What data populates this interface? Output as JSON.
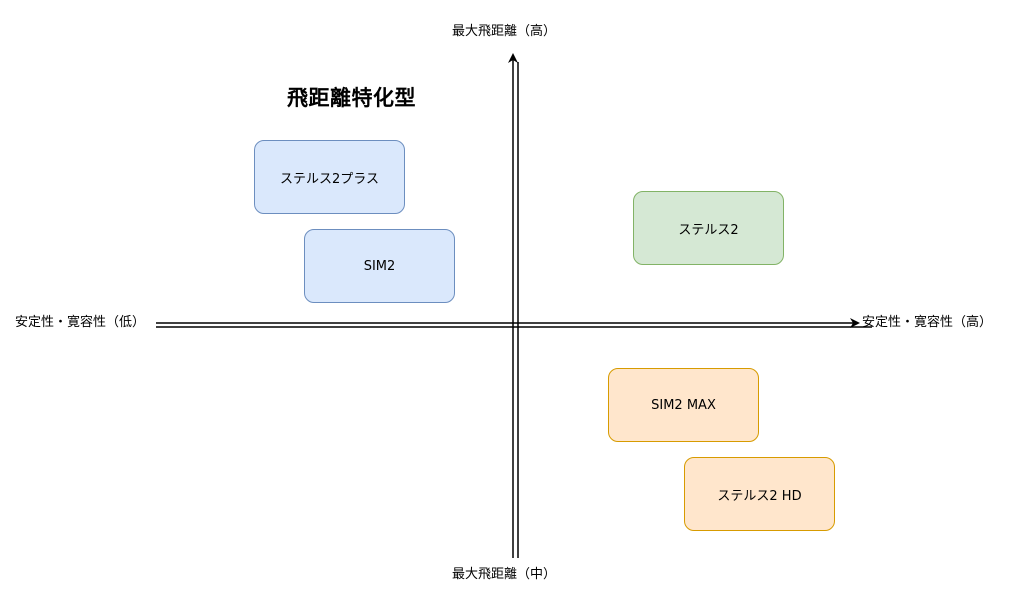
{
  "diagram": {
    "title": "飛距離特化型",
    "axes": {
      "y_top": "最大飛距離（高）",
      "y_bottom": "最大飛距離（中）",
      "x_left": "安定性・寛容性（低）",
      "x_right": "安定性・寛容性（高）"
    },
    "items": [
      {
        "label": "ステルス2プラス",
        "color": "#dae8fc",
        "border": "#6c8ebf"
      },
      {
        "label": "SIM2",
        "color": "#dae8fc",
        "border": "#6c8ebf"
      },
      {
        "label": "ステルス2",
        "color": "#d5e8d4",
        "border": "#82b366"
      },
      {
        "label": "SIM2 MAX",
        "color": "#ffe6cc",
        "border": "#d79b00"
      },
      {
        "label": "ステルス2 HD",
        "color": "#ffe6cc",
        "border": "#d79b00"
      }
    ]
  }
}
